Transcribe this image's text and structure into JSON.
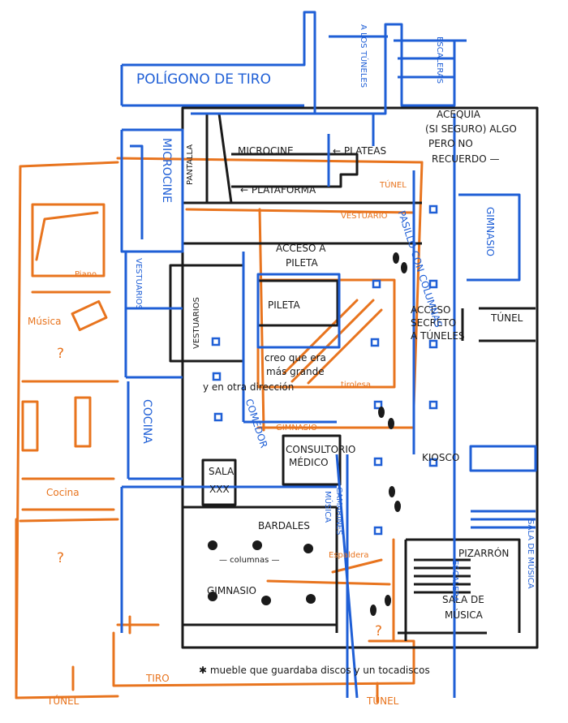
{
  "black_labels": {
    "acequia": [
      "ACEQUIA",
      "(SI SEGURO) ALGO",
      "PERO NO",
      "RECUERDO —"
    ],
    "microcine": "MICROCINE",
    "plateas": "← PLATEAS",
    "plataforma": "← PLATAFORMA",
    "pantalla": "PANTALLA",
    "acceso_pileta": [
      "ACCESO A",
      "PILETA"
    ],
    "pileta": "PILETA",
    "pileta_note": [
      "creo que era",
      "más grande"
    ],
    "otra_direccion": "y en otra dirección",
    "acceso_secreto": [
      "ACCESO",
      "SECRETO",
      "A TÚNELES"
    ],
    "consultorio": [
      "CONSULTORIO",
      "MÉDICO"
    ],
    "sala": [
      "SALA",
      "XXX"
    ],
    "kiosco": "KIOSCO",
    "barandales": "BARDALES",
    "columnas": "— columnas —",
    "gimnasio": "GIMNASIO",
    "pizarron": "PIZARRÓN",
    "sala_musica": [
      "SALA DE",
      "MÚSICA"
    ],
    "tunel_east": "TÚNEL",
    "vestuarios": "VESTUARIOS",
    "footnote": "✱ mueble que guardaba discos y un tocadiscos"
  },
  "blue_labels": {
    "poligono": "POLÍGONO DE TIRO",
    "a_los_tuneles": "A LOS TÚNELES",
    "escaleras": "ESCALERAS",
    "microcine_side": "MICROCINE",
    "gimnasio": "GIMNASIO",
    "vestuarios_side": "VESTUARIOS",
    "cocina": "COCINA",
    "comedor": "COMEDOR",
    "pasillo_columnas": "PASILLO CON COLUMNAS",
    "sala_musica": "SALA DE MÚSICA",
    "escalera": "ESCALERA",
    "camarines": "CAMARINES",
    "musica": "MÚSICA"
  },
  "orange_labels": {
    "piano": "Piano",
    "musica": "Música",
    "question": "?",
    "cocina": "Cocina",
    "tunel_top": "TÚNEL",
    "vestuario": "VESTUARIO",
    "tirolesa": "tirolesa",
    "gimnasio": "GIMNASIO",
    "espaldera": "Espaldera",
    "tiro": "TIRO",
    "tunel": "TÚNEL"
  },
  "colors": {
    "ink_black": "#1a1a1a",
    "ink_blue": "#1f5fd6",
    "ink_orange": "#e8741e"
  }
}
